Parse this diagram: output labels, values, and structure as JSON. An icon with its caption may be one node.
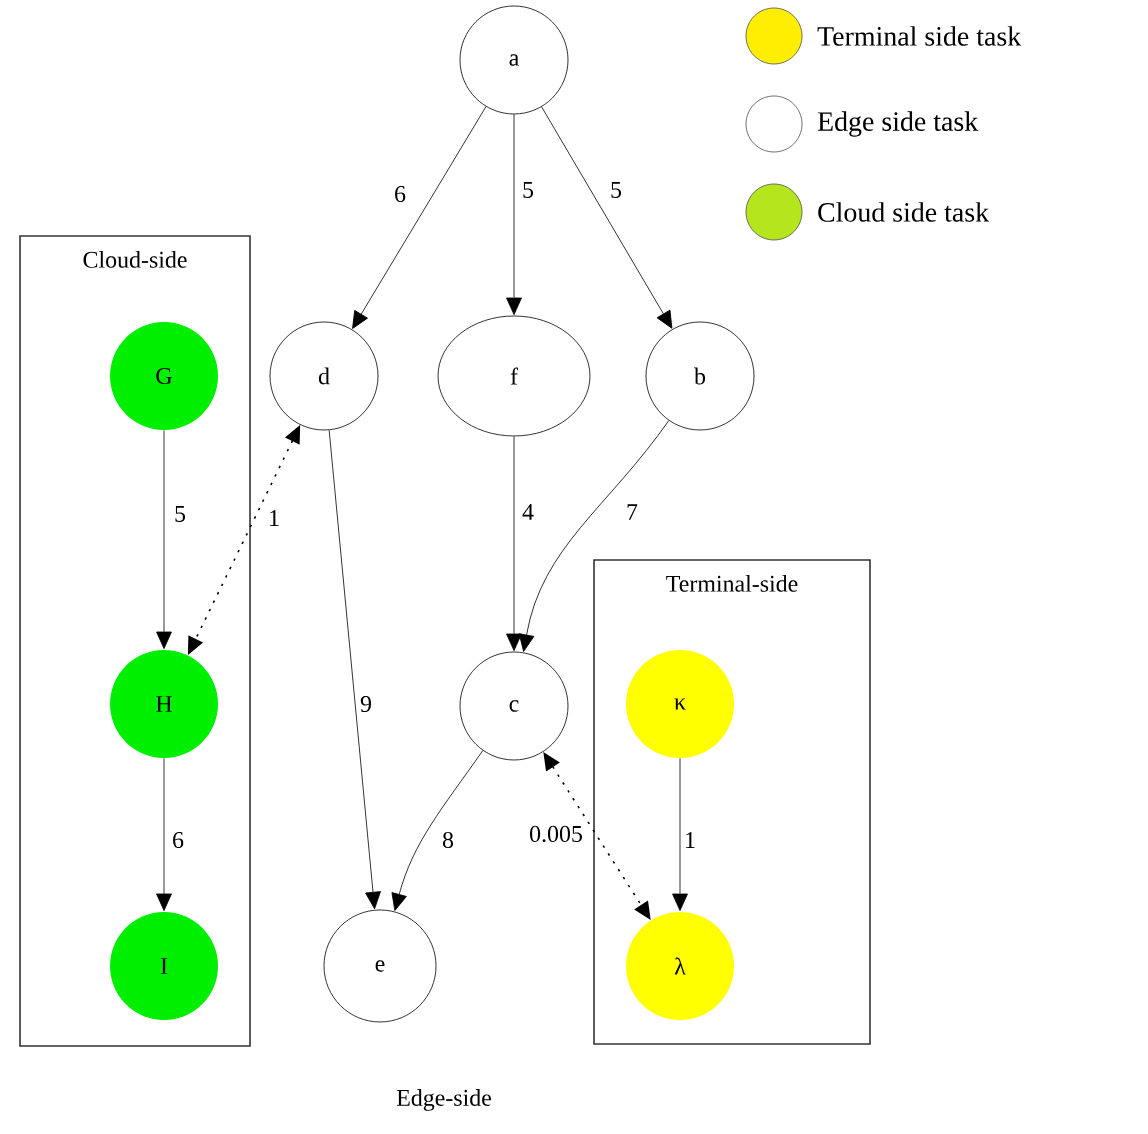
{
  "diagram": {
    "nodes": [
      {
        "text": [
          "Cloud-side"
        ]
      },
      {
        "text": [
          "G"
        ],
        "in": 0
      },
      {
        "text": [
          "H"
        ],
        "in": 0
      },
      {
        "text": [
          "I"
        ],
        "in": 0
      },
      {
        "text": [
          "a"
        ]
      },
      {
        "text": [
          "d"
        ]
      },
      {
        "text": [
          "f"
        ]
      },
      {
        "text": [
          "b"
        ]
      },
      {
        "text": [
          "c"
        ]
      },
      {
        "text": [
          "e"
        ]
      },
      {
        "text": [
          "Terminal-side"
        ]
      },
      {
        "text": [
          "κ"
        ],
        "in": 10
      },
      {
        "text": [
          "λ"
        ],
        "in": 10
      }
    ],
    "edges": [
      {
        "from": 4,
        "to": 5,
        "arrow": "to",
        "label": "6"
      },
      {
        "from": 4,
        "to": 6,
        "arrow": "to",
        "label": "5"
      },
      {
        "from": 4,
        "to": 7,
        "arrow": "to",
        "label": "5"
      },
      {
        "from": 1,
        "to": 2,
        "arrow": "to",
        "label": "5"
      },
      {
        "from": 2,
        "to": 3,
        "arrow": "to",
        "label": "6"
      },
      {
        "from": 5,
        "to": 2,
        "arrow": "both",
        "label": "1",
        "style": "dashed"
      },
      {
        "from": 6,
        "to": 8,
        "arrow": "to",
        "label": "4"
      },
      {
        "from": 7,
        "to": 8,
        "arrow": "to",
        "label": "7"
      },
      {
        "from": 5,
        "to": 9,
        "arrow": "to",
        "label": "9"
      },
      {
        "from": 8,
        "to": 9,
        "arrow": "to",
        "label": "8"
      },
      {
        "from": 8,
        "to": 12,
        "arrow": "both",
        "label": "0.005",
        "style": "dashed"
      },
      {
        "from": 11,
        "to": 12,
        "arrow": "to",
        "label": "1"
      }
    ],
    "labels": [
      "Edge-side"
    ],
    "legend": [
      {
        "text": "Terminal side task",
        "color": "#ffee00"
      },
      {
        "text": "Edge side task"
      },
      {
        "text": "Cloud side task",
        "color": "#b5e61d"
      }
    ]
  }
}
